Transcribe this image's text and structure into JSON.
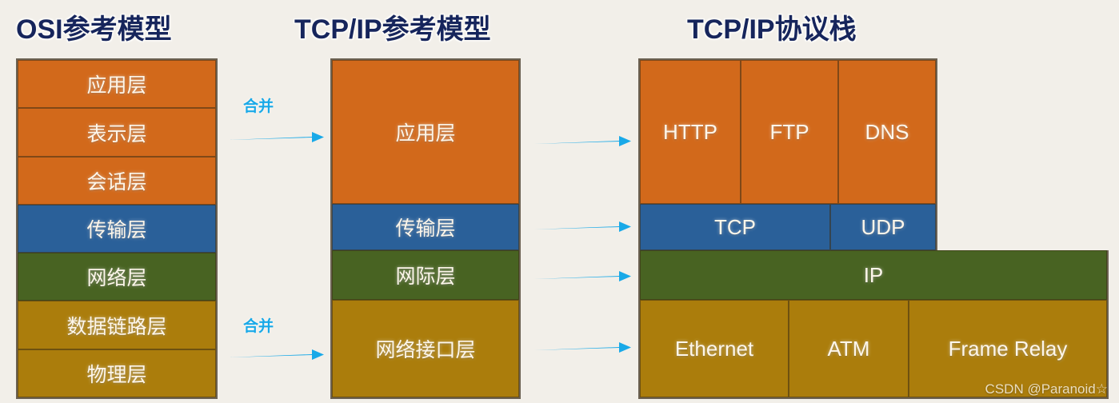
{
  "titles": {
    "osi": "OSI参考模型",
    "tcpip_model": "TCP/IP参考模型",
    "tcpip_stack": "TCP/IP协议栈"
  },
  "colors": {
    "background": "#f2efe9",
    "title_text": "#16255c",
    "orange": "#d2691b",
    "blue": "#2a6099",
    "green": "#486322",
    "gold": "#ab7d0c",
    "arrow": "#19a9e8",
    "cell_text": "#fdf6ea"
  },
  "osi_model": {
    "layers": [
      {
        "name": "应用层",
        "color": "orange"
      },
      {
        "name": "表示层",
        "color": "orange"
      },
      {
        "name": "会话层",
        "color": "orange"
      },
      {
        "name": "传输层",
        "color": "blue"
      },
      {
        "name": "网络层",
        "color": "green"
      },
      {
        "name": "数据链路层",
        "color": "gold"
      },
      {
        "name": "物理层",
        "color": "gold"
      }
    ]
  },
  "tcpip_model": {
    "layers": [
      {
        "name": "应用层",
        "color": "orange"
      },
      {
        "name": "传输层",
        "color": "blue"
      },
      {
        "name": "网际层",
        "color": "green"
      },
      {
        "name": "网络接口层",
        "color": "gold"
      }
    ]
  },
  "tcpip_stack": {
    "application_protocols": [
      {
        "name": "HTTP"
      },
      {
        "name": "FTP"
      },
      {
        "name": "DNS"
      }
    ],
    "transport_protocols": [
      {
        "name": "TCP"
      },
      {
        "name": "UDP"
      }
    ],
    "internet_protocols": [
      {
        "name": "IP"
      }
    ],
    "link_protocols": [
      {
        "name": "Ethernet"
      },
      {
        "name": "ATM"
      },
      {
        "name": "Frame Relay"
      }
    ]
  },
  "merge_arrows": [
    {
      "label": "合并"
    },
    {
      "label": "合并"
    }
  ],
  "watermark": "CSDN @Paranoid☆"
}
